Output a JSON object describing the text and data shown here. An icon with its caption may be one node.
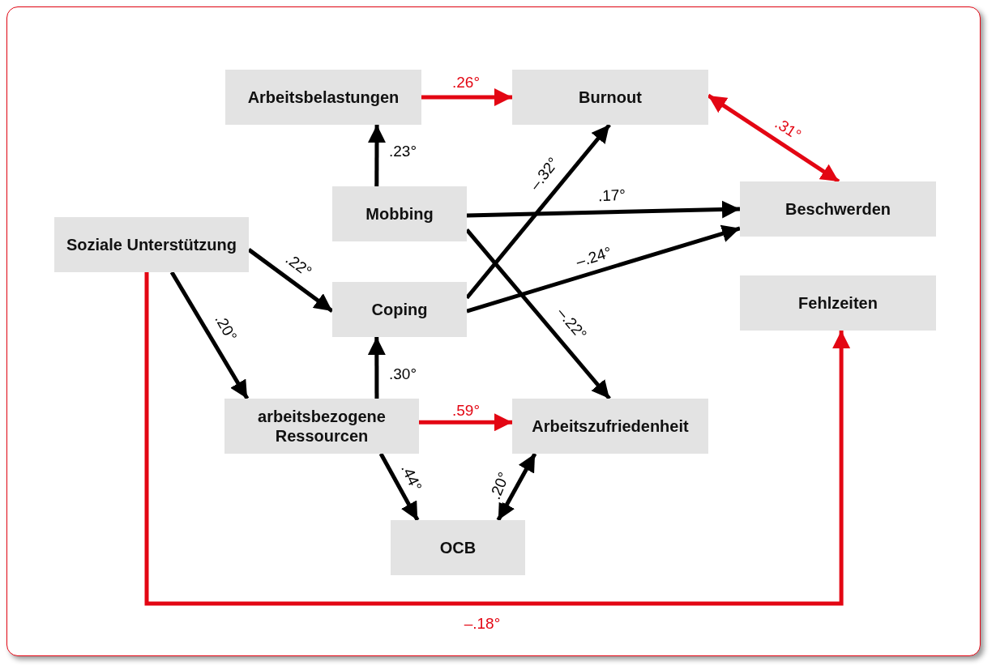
{
  "diagram": {
    "nodes": [
      {
        "text": [
          "Arbeitsbelastungen"
        ]
      },
      {
        "text": [
          "Burnout"
        ]
      },
      {
        "text": [
          "Mobbing"
        ]
      },
      {
        "text": [
          "Beschwerden"
        ]
      },
      {
        "text": [
          "Soziale Unterstützung"
        ]
      },
      {
        "text": [
          "Coping"
        ]
      },
      {
        "text": [
          "Fehlzeiten"
        ]
      },
      {
        "text": [
          "arbeitsbezogene Ressourcen"
        ]
      },
      {
        "text": [
          "Arbeitszufriedenheit"
        ]
      },
      {
        "text": [
          "OCB"
        ]
      }
    ],
    "edges": [
      {
        "from": 0,
        "to": 1,
        "arrow": "to",
        "label": ".26°",
        "color": "#e30613"
      },
      {
        "from": 2,
        "to": 0,
        "arrow": "to",
        "label": ".23°"
      },
      {
        "from": 5,
        "to": 1,
        "arrow": "to",
        "label": "–.32°"
      },
      {
        "from": 2,
        "to": 3,
        "arrow": "to",
        "label": ".17°"
      },
      {
        "from": 5,
        "to": 3,
        "arrow": "to",
        "label": "–.24°"
      },
      {
        "from": 2,
        "to": 8,
        "arrow": "to",
        "label": "–.22°"
      },
      {
        "from": 1,
        "to": 3,
        "arrow": "both",
        "label": ".31°",
        "color": "#e30613"
      },
      {
        "from": 4,
        "to": 5,
        "arrow": "to",
        "label": ".22°"
      },
      {
        "from": 4,
        "to": 7,
        "arrow": "to",
        "label": ".20°"
      },
      {
        "from": 7,
        "to": 5,
        "arrow": "to",
        "label": ".30°"
      },
      {
        "from": 7,
        "to": 8,
        "arrow": "to",
        "label": ".59°",
        "color": "#e30613"
      },
      {
        "from": 7,
        "to": 9,
        "arrow": "to",
        "label": ".44°"
      },
      {
        "from": 8,
        "to": 9,
        "arrow": "both",
        "label": ".20°"
      },
      {
        "from": 4,
        "to": 6,
        "arrow": "to",
        "label": "–.18°",
        "color": "#e30613"
      }
    ]
  }
}
